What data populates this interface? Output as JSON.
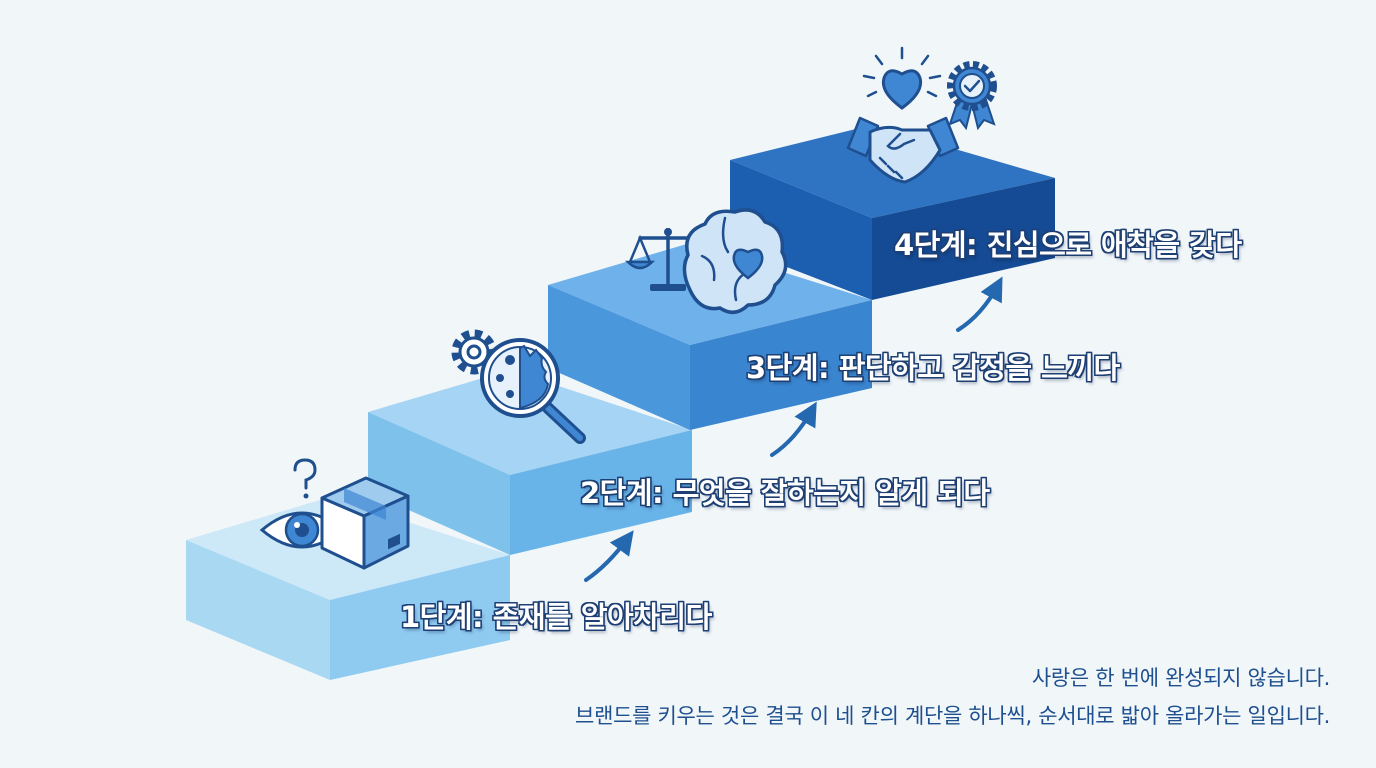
{
  "steps": [
    {
      "label": "1단계: 존재를 알아차리다",
      "icons": [
        "question-mark-icon",
        "eye-icon",
        "package-box-icon"
      ]
    },
    {
      "label": "2단계: 무엇을 잘하는지 알게 되다",
      "icons": [
        "gear-icon",
        "magnifying-glass-icon",
        "person-profile-icon"
      ]
    },
    {
      "label": "3단계: 판단하고 감정을 느끼다",
      "icons": [
        "balance-scale-icon",
        "brain-heart-icon"
      ]
    },
    {
      "label": "4단계: 진심으로 애착을 갖다",
      "icons": [
        "heart-icon",
        "handshake-icon",
        "award-badge-icon"
      ]
    }
  ],
  "footer": {
    "line1": "사랑은 한 번에 완성되지 않습니다.",
    "line2": "브랜드를 키우는 것은 결국 이 네 칸의 계단을 하나씩, 순서대로 밟아 올라가는 일입니다."
  },
  "colors": {
    "background": "#f1f6f9",
    "step1": "#a9d8f3",
    "step2": "#7ec2ec",
    "step3": "#4a97dc",
    "step4": "#1c5eb0",
    "icon_stroke": "#1f4f8f",
    "icon_fill": "#3f86d3",
    "arrow": "#2468b0",
    "footer_text": "#1e4f8f"
  }
}
